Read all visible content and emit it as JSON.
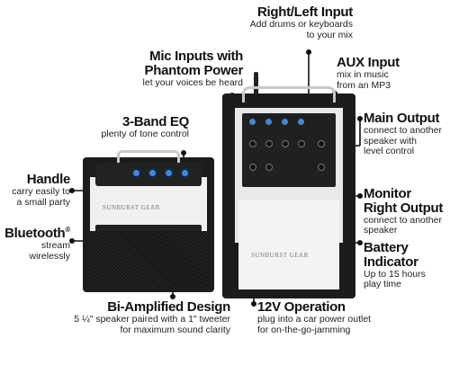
{
  "callouts": {
    "right_left_input": {
      "title": "Right/Left Input",
      "desc": [
        "Add drums or keyboards",
        "to your mix"
      ]
    },
    "mic_inputs": {
      "title": [
        "Mic Inputs with",
        "Phantom Power"
      ],
      "desc": [
        "let your voices be heard"
      ]
    },
    "aux_input": {
      "title": "AUX Input",
      "desc": [
        "mix in music",
        "from an MP3"
      ]
    },
    "three_band_eq": {
      "title": "3-Band EQ",
      "desc": [
        "plenty of tone control"
      ]
    },
    "main_output": {
      "title": "Main Output",
      "desc": [
        "connect to another",
        "speaker with",
        "level control"
      ]
    },
    "handle": {
      "title": "Handle",
      "desc": [
        "carry easily to",
        "a small party"
      ]
    },
    "monitor_output": {
      "title": [
        "Monitor",
        "Right Output"
      ],
      "desc": [
        "connect to another",
        "speaker"
      ]
    },
    "bluetooth": {
      "title": "Bluetooth",
      "mark": "®",
      "desc": [
        "stream",
        "wirelessly"
      ]
    },
    "battery": {
      "title": [
        "Battery",
        "Indicator"
      ],
      "desc": [
        "Up to 15 hours",
        "play time"
      ]
    },
    "bi_amplified": {
      "title": "Bi-Amplified Design",
      "desc": [
        "5 ¼\" speaker paired with a 1\" tweeter",
        "for maximum sound clarity"
      ]
    },
    "twelve_v": {
      "title": "12V Operation",
      "desc": [
        "plug into a car power outlet",
        "for on-the-go-jamming"
      ]
    }
  },
  "product": {
    "brand_logo": "SUNBURST GEAR"
  },
  "colors": {
    "knob_blue": "#4a86c8",
    "cabinet": "#1c1c1c",
    "panel": "#e9e9e9"
  }
}
